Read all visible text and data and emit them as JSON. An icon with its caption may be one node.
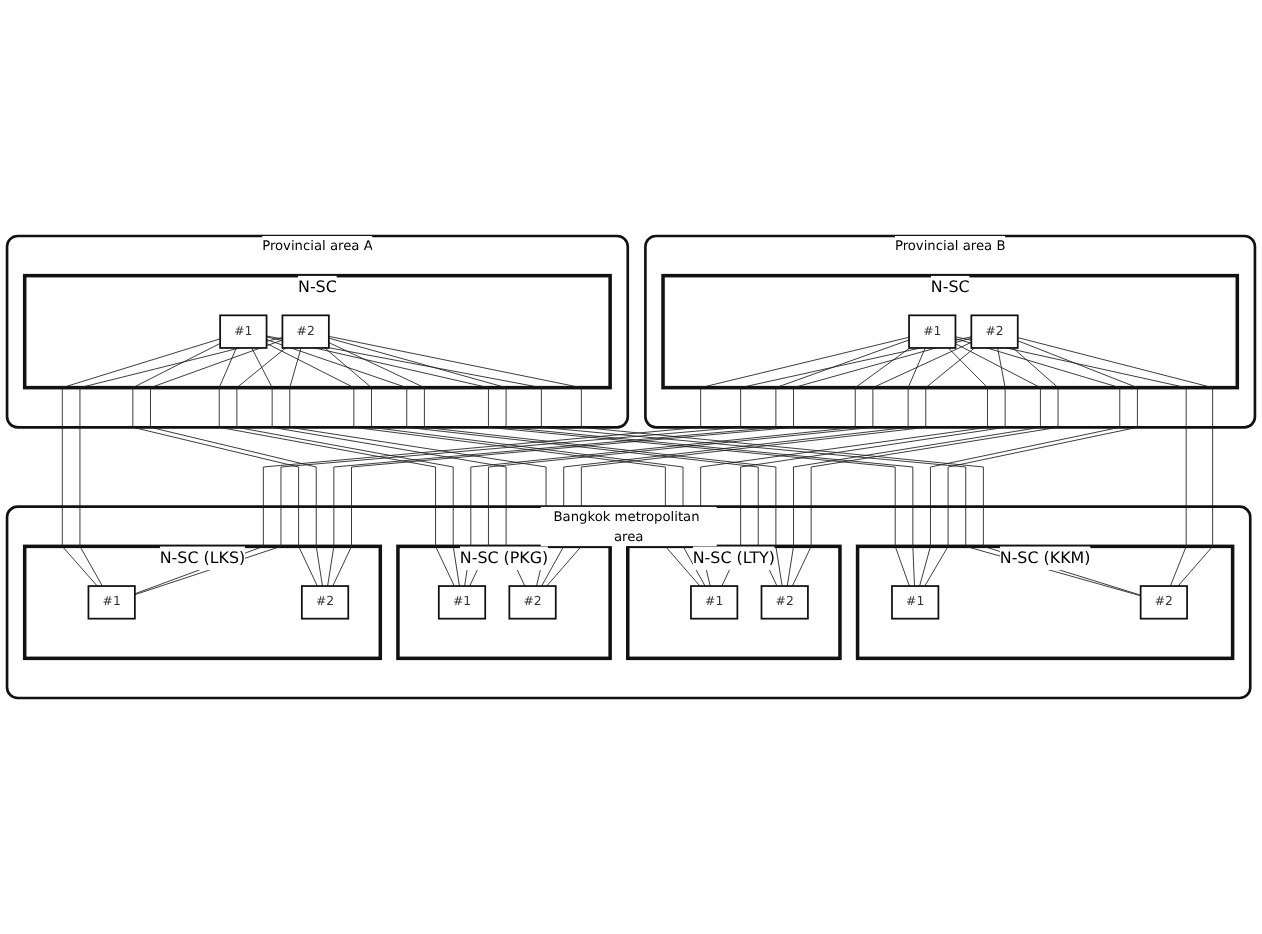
{
  "diagram": {
    "nodes": [
      {
        "text": [
          "Provincial area A"
        ]
      },
      {
        "text": [
          "N-SC"
        ],
        "in": 0
      },
      {
        "text": [
          "#1"
        ],
        "in": 1
      },
      {
        "text": [
          "#2"
        ],
        "in": 1
      },
      {
        "text": [
          "Provincial area B"
        ]
      },
      {
        "text": [
          "N-SC"
        ],
        "in": 4
      },
      {
        "text": [
          "#1"
        ],
        "in": 5
      },
      {
        "text": [
          "#2"
        ],
        "in": 5
      },
      {
        "text": [
          "Bangkok metropolitan area"
        ]
      },
      {
        "text": [
          "N-SC (LKS)"
        ],
        "in": 8
      },
      {
        "text": [
          "#1"
        ],
        "in": 9
      },
      {
        "text": [
          "#2"
        ],
        "in": 9
      },
      {
        "text": [
          "N-SC (PKG)"
        ],
        "in": 8
      },
      {
        "text": [
          "#1"
        ],
        "in": 12
      },
      {
        "text": [
          "#2"
        ],
        "in": 12
      },
      {
        "text": [
          "N-SC (LTY)"
        ],
        "in": 8
      },
      {
        "text": [
          "#1"
        ],
        "in": 15
      },
      {
        "text": [
          "#2"
        ],
        "in": 15
      },
      {
        "text": [
          "N-SC (KKM)"
        ],
        "in": 8
      },
      {
        "text": [
          "#1"
        ],
        "in": 18
      },
      {
        "text": [
          "#2"
        ],
        "in": 18
      }
    ],
    "edges": [
      {
        "from": 2,
        "to": 10,
        "arrow": "none"
      },
      {
        "from": 2,
        "to": 11,
        "arrow": "none"
      },
      {
        "from": 2,
        "to": 13,
        "arrow": "none"
      },
      {
        "from": 2,
        "to": 14,
        "arrow": "none"
      },
      {
        "from": 2,
        "to": 16,
        "arrow": "none"
      },
      {
        "from": 2,
        "to": 17,
        "arrow": "none"
      },
      {
        "from": 2,
        "to": 19,
        "arrow": "none"
      },
      {
        "from": 2,
        "to": 20,
        "arrow": "none"
      },
      {
        "from": 3,
        "to": 10,
        "arrow": "none"
      },
      {
        "from": 3,
        "to": 11,
        "arrow": "none"
      },
      {
        "from": 3,
        "to": 13,
        "arrow": "none"
      },
      {
        "from": 3,
        "to": 14,
        "arrow": "none"
      },
      {
        "from": 3,
        "to": 16,
        "arrow": "none"
      },
      {
        "from": 3,
        "to": 17,
        "arrow": "none"
      },
      {
        "from": 3,
        "to": 19,
        "arrow": "none"
      },
      {
        "from": 3,
        "to": 20,
        "arrow": "none"
      },
      {
        "from": 6,
        "to": 10,
        "arrow": "none"
      },
      {
        "from": 6,
        "to": 11,
        "arrow": "none"
      },
      {
        "from": 6,
        "to": 13,
        "arrow": "none"
      },
      {
        "from": 6,
        "to": 14,
        "arrow": "none"
      },
      {
        "from": 6,
        "to": 16,
        "arrow": "none"
      },
      {
        "from": 6,
        "to": 17,
        "arrow": "none"
      },
      {
        "from": 6,
        "to": 19,
        "arrow": "none"
      },
      {
        "from": 6,
        "to": 20,
        "arrow": "none"
      },
      {
        "from": 7,
        "to": 10,
        "arrow": "none"
      },
      {
        "from": 7,
        "to": 11,
        "arrow": "none"
      },
      {
        "from": 7,
        "to": 13,
        "arrow": "none"
      },
      {
        "from": 7,
        "to": 14,
        "arrow": "none"
      },
      {
        "from": 7,
        "to": 16,
        "arrow": "none"
      },
      {
        "from": 7,
        "to": 17,
        "arrow": "none"
      },
      {
        "from": 7,
        "to": 19,
        "arrow": "none"
      },
      {
        "from": 7,
        "to": 20,
        "arrow": "none"
      }
    ]
  }
}
